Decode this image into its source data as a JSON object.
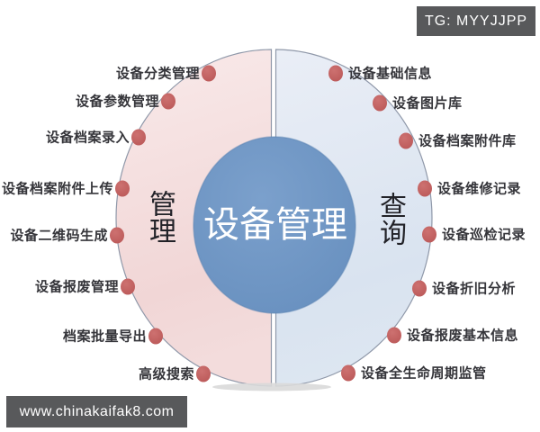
{
  "overlays": {
    "telegram_badge": "TG: MYYJJPP",
    "website_badge": "www.chinakaifak8.com"
  },
  "diagram": {
    "center_title": "设备管理",
    "left_group": {
      "label": "管理",
      "items": [
        "设备分类管理",
        "设备参数管理",
        "设备档案录入",
        "设备档案附件上传",
        "设备二维码生成",
        "设备报废管理",
        "档案批量导出",
        "高级搜索"
      ]
    },
    "right_group": {
      "label": "查询",
      "items": [
        "设备基础信息",
        "设备图片库",
        "设备档案附件库",
        "设备维修记录",
        "设备巡检记录",
        "设备折旧分析",
        "设备报废基本信息",
        "设备全生命周期监管"
      ]
    },
    "colors": {
      "left_half": "#f2d8d8",
      "right_half": "#dce5f1",
      "center_circle": "#6e96c4",
      "node_dot": "#c05f5f",
      "badge_background": "#58595b",
      "badge_text": "#ffffff",
      "label_text": "#35353a"
    }
  }
}
